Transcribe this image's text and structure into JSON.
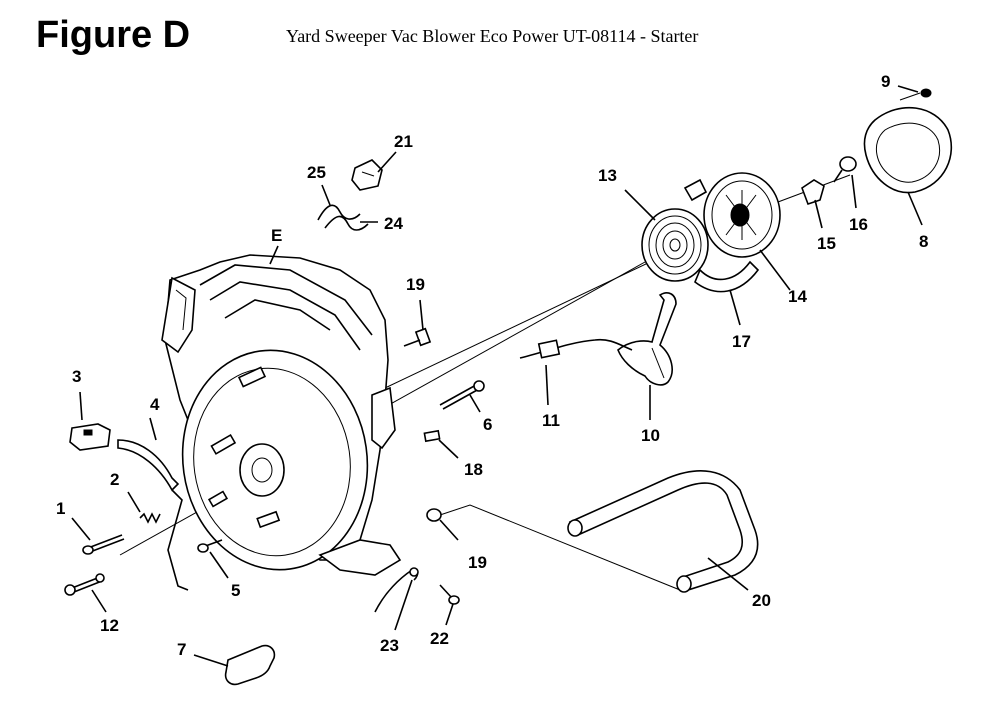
{
  "figure": {
    "title": "Figure D",
    "subtitle": "Yard Sweeper Vac Blower Eco Power UT-08114 - Starter"
  },
  "callouts": [
    {
      "id": "1",
      "label": "1"
    },
    {
      "id": "2",
      "label": "2"
    },
    {
      "id": "3",
      "label": "3"
    },
    {
      "id": "4",
      "label": "4"
    },
    {
      "id": "5",
      "label": "5"
    },
    {
      "id": "6",
      "label": "6"
    },
    {
      "id": "7",
      "label": "7"
    },
    {
      "id": "8",
      "label": "8"
    },
    {
      "id": "9",
      "label": "9"
    },
    {
      "id": "10",
      "label": "10"
    },
    {
      "id": "11",
      "label": "11"
    },
    {
      "id": "12",
      "label": "12"
    },
    {
      "id": "13",
      "label": "13"
    },
    {
      "id": "14",
      "label": "14"
    },
    {
      "id": "15",
      "label": "15"
    },
    {
      "id": "16",
      "label": "16"
    },
    {
      "id": "17",
      "label": "17"
    },
    {
      "id": "18",
      "label": "18"
    },
    {
      "id": "19a",
      "label": "19"
    },
    {
      "id": "19b",
      "label": "19"
    },
    {
      "id": "20",
      "label": "20"
    },
    {
      "id": "21",
      "label": "21"
    },
    {
      "id": "22",
      "label": "22"
    },
    {
      "id": "23",
      "label": "23"
    },
    {
      "id": "24",
      "label": "24"
    },
    {
      "id": "25",
      "label": "25"
    },
    {
      "id": "E",
      "label": "E"
    }
  ]
}
